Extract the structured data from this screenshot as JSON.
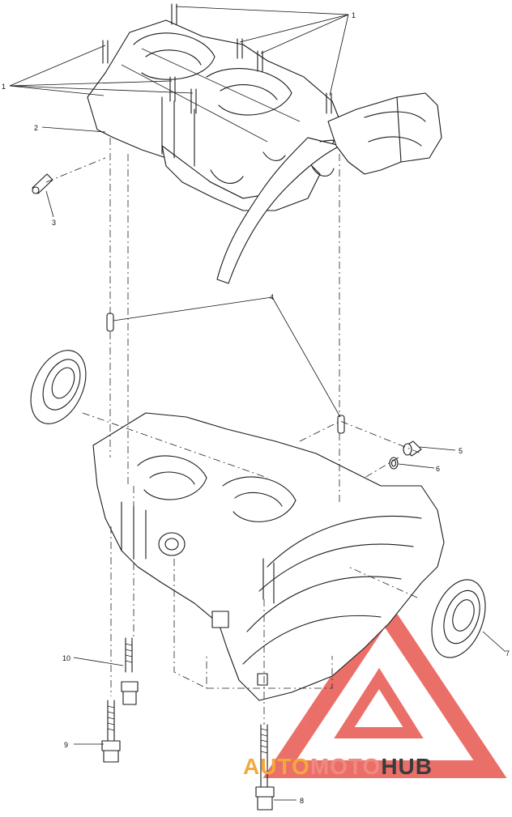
{
  "diagram": {
    "callouts": [
      "1",
      "2",
      "3",
      "4",
      "5",
      "6",
      "7",
      "8",
      "9",
      "10"
    ]
  },
  "watermark": {
    "segments": [
      "AUTO",
      "MOTO",
      "HUB"
    ],
    "colors": {
      "auto": "#f2a93b",
      "moto": "#f08a80",
      "hub": "#3b3b3b",
      "triangle": "#e8574f"
    }
  }
}
